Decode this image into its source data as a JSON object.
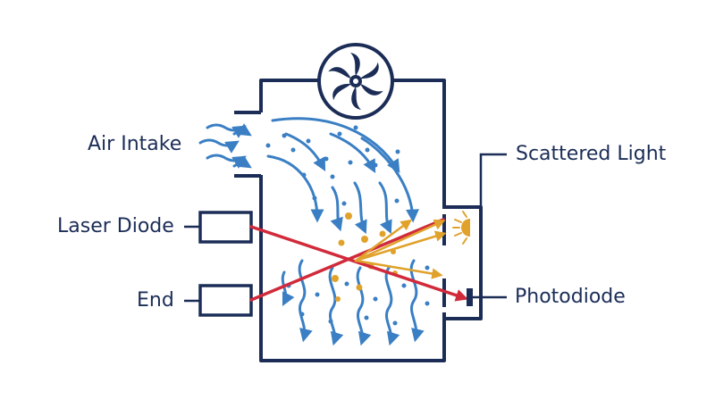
{
  "labels": {
    "air_intake": "Air Intake",
    "laser_diode": "Laser Diode",
    "end": "End",
    "scattered_light": "Scattered Light",
    "photodiode": "Photodiode"
  },
  "colors": {
    "outline": "#1b2d57",
    "airflow": "#3a7fc4",
    "laser": "#d12a3a",
    "scatter": "#e0a22b",
    "background": "#ffffff"
  },
  "icons": {
    "fan": "fan-icon",
    "light_source": "light-burst-icon",
    "sensor": "photodiode-bar-icon"
  }
}
